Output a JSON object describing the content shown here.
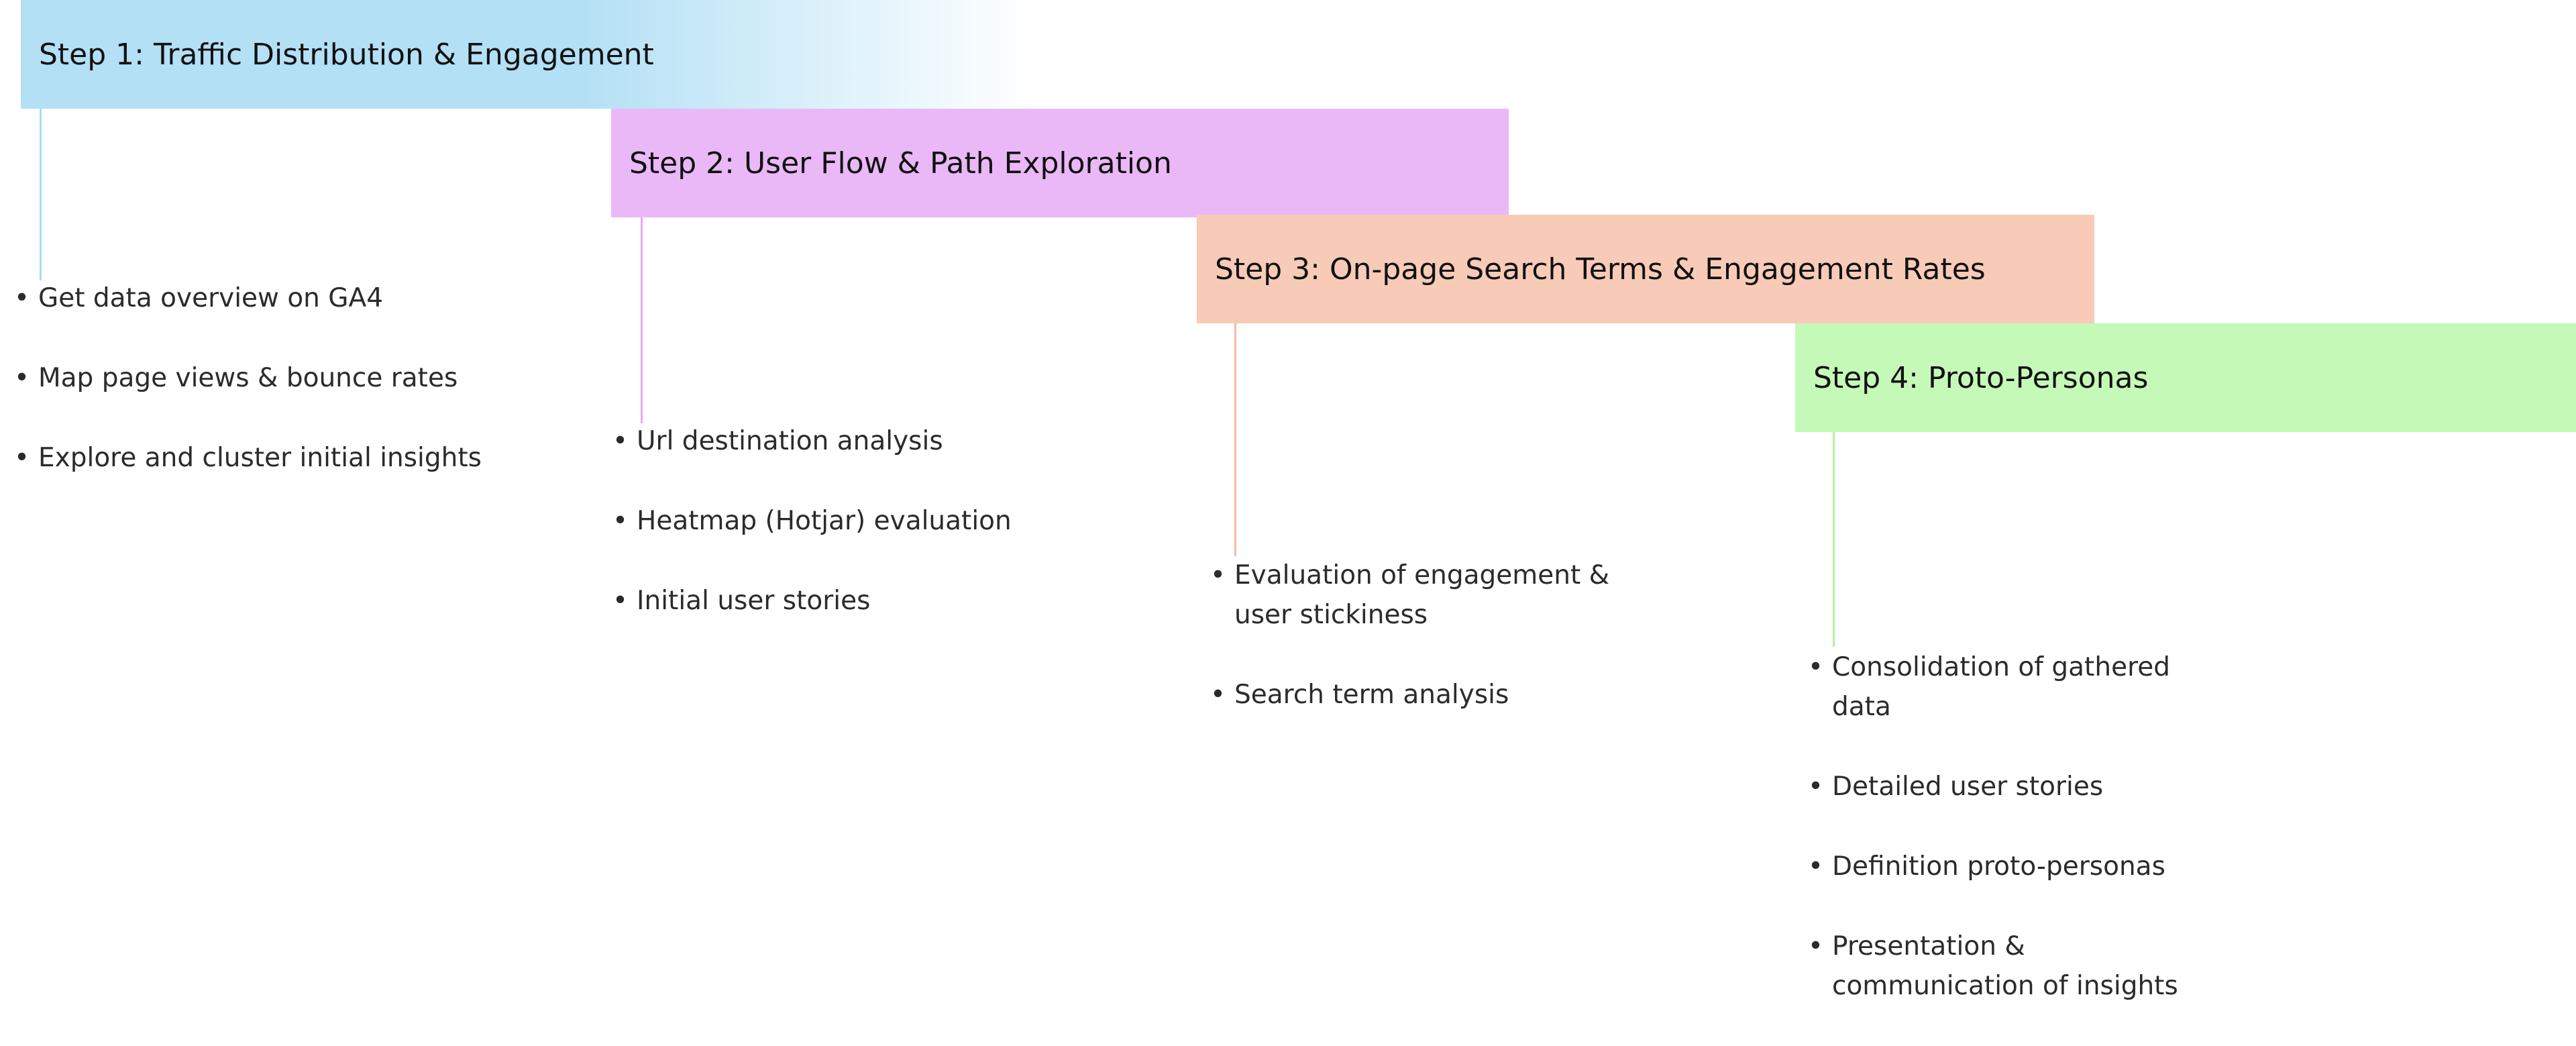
{
  "colors": {
    "step1": "#b3e0f5",
    "step2": "#ebb8f7",
    "step3": "#f7cbb7",
    "step4": "#c5f9b8",
    "step1_line": "#a9dcf2",
    "step2_line": "#e8a8f5",
    "step3_line": "#f3bca4",
    "step4_line": "#b3f0a5"
  },
  "bullet_glyph": "•",
  "steps": [
    {
      "title": "Step 1: Traffic Distribution & Engagement",
      "items": [
        "Get data overview on GA4",
        "Map page views & bounce rates",
        "Explore and cluster initial insights"
      ]
    },
    {
      "title": "Step 2: User Flow & Path Exploration",
      "items": [
        "Url destination analysis",
        "Heatmap (Hotjar) evaluation",
        "Initial user stories"
      ]
    },
    {
      "title": "Step 3: On-page Search Terms & Engagement Rates",
      "items": [
        "Evaluation of engagement & user stickiness",
        "Search term analysis"
      ]
    },
    {
      "title": "Step 4: Proto-Personas",
      "items": [
        "Consolidation of gathered data",
        "Detailed user stories",
        "Definition proto-personas",
        "Presentation & communication of insights"
      ]
    }
  ]
}
